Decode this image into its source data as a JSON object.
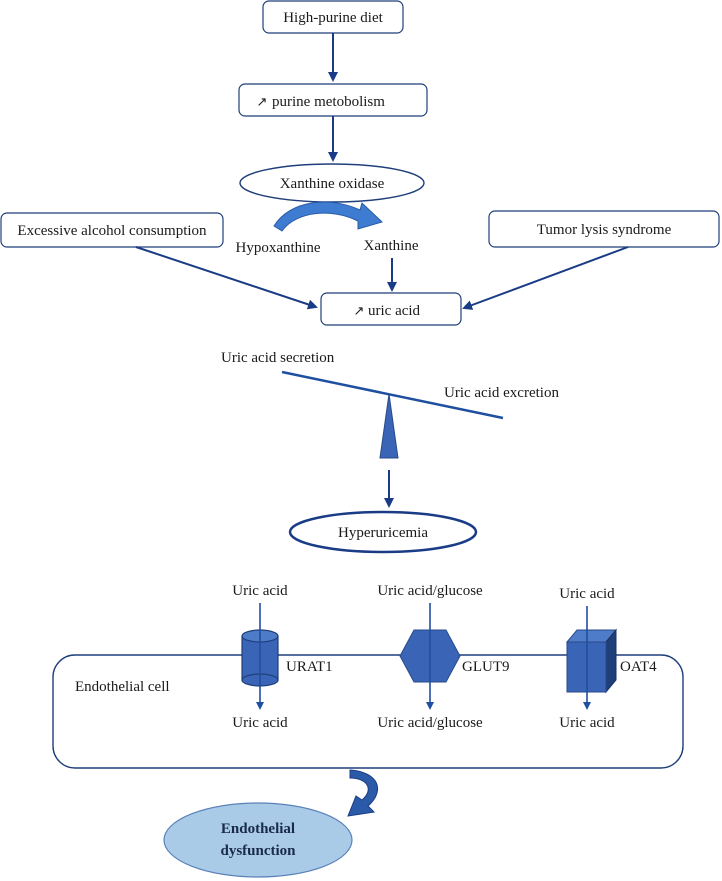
{
  "colors": {
    "stroke_dark": "#1f3f7a",
    "arrow_blue": "#1f4fa0",
    "transporter_blue": "#3a64b5",
    "transporter_dark": "#2a4a8c",
    "ellipse_fill": "#a9cbe8"
  },
  "nodes": {
    "high_purine_diet": "High-purine diet",
    "purine_metabolism": "purine metobolism",
    "xanthine_oxidase": "Xanthine oxidase",
    "hypoxanthine": "Hypoxanthine",
    "xanthine": "Xanthine",
    "alcohol": "Excessive alcohol consumption",
    "tumor_lysis": "Tumor lysis syndrome",
    "uric_acid": "uric acid",
    "secretion": "Uric acid secretion",
    "excretion": "Uric acid excretion",
    "hyperuricemia": "Hyperuricemia",
    "endothelial_cell": "Endothelial cell",
    "endothelial_dysfunction_line1": "Endothelial",
    "endothelial_dysfunction_line2": "dysfunction"
  },
  "increase_icon": "up-right-arrow-icon",
  "transporters": [
    {
      "name": "URAT1",
      "top_label": "Uric acid",
      "bottom_label": "Uric acid",
      "shape": "cylinder"
    },
    {
      "name": "GLUT9",
      "top_label": "Uric acid/glucose",
      "bottom_label": "Uric acid/glucose",
      "shape": "hexagon"
    },
    {
      "name": "OAT4",
      "top_label": "Uric acid",
      "bottom_label": "Uric acid",
      "shape": "cube"
    }
  ]
}
